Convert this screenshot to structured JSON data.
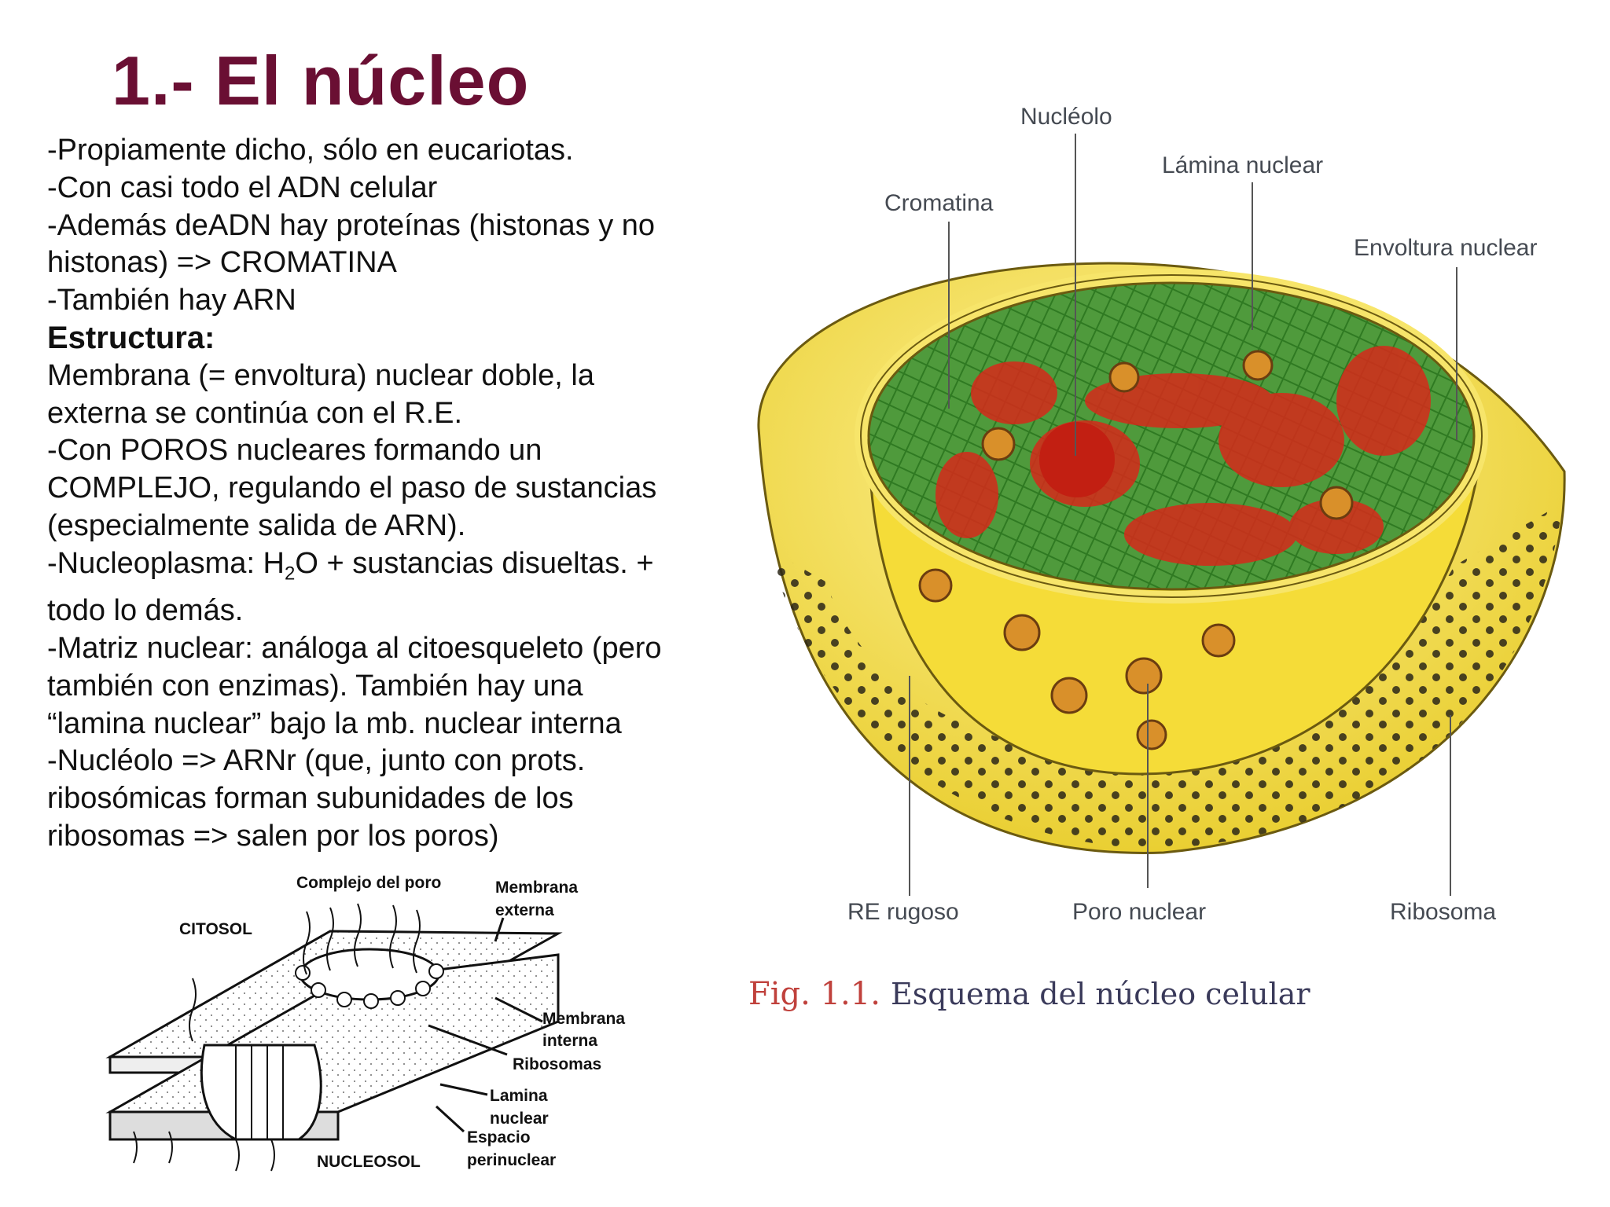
{
  "slide": {
    "title": "1.- El núcleo",
    "lines": {
      "l1": "-Propiamente dicho, sólo en eucariotas.",
      "l2": "-Con casi todo el ADN celular",
      "l3": "-Además deADN hay proteínas (histonas y no",
      "l4": "histonas) => CROMATINA",
      "l5": "-También hay ARN",
      "heading": "Estructura:",
      "l6": "Membrana (= envoltura) nuclear doble, la",
      "l7": "externa se continúa con el R.E.",
      "l8": "-Con POROS nucleares formando un",
      "l9": "COMPLEJO, regulando el paso de sustancias",
      "l10": "(especialmente salida de ARN).",
      "l11a": "-Nucleoplasma: H",
      "l11sub": "2",
      "l11b": "O + sustancias disueltas. +",
      "l12": "todo lo demás.",
      "l13": "-Matriz nuclear: análoga al citoesqueleto (pero",
      "l14": "también con enzimas). También hay una",
      "l15": "“lamina nuclear” bajo la mb. nuclear interna",
      "l16": "-Nucléolo => ARNr (que, junto con prots.",
      "l17": "ribosómicas forman subunidades de los",
      "l18": "ribosomas => salen por los poros)"
    }
  },
  "nucleus_figure": {
    "labels": {
      "nucleolo": "Nucléolo",
      "lamina": "Lámina nuclear",
      "cromatina": "Cromatina",
      "envoltura": "Envoltura nuclear",
      "re_rugoso": "RE rugoso",
      "poro": "Poro nuclear",
      "ribosoma": "Ribosoma"
    },
    "caption_fig": "Fig. 1.1.",
    "caption_text": "Esquema del núcleo celular",
    "colors": {
      "envelope": "#f6e54a",
      "nucleoplasm": "#4f9a3c",
      "chromatin": "#d62a1a",
      "caption_red": "#c0413c",
      "caption_text": "#3a3a5a"
    }
  },
  "pore_figure": {
    "labels": {
      "complejo": "Complejo del poro",
      "mem_ext1": "Membrana",
      "mem_ext2": "externa",
      "citosol": "CITOSOL",
      "mem_int1": "Membrana",
      "mem_int2": "interna",
      "ribosomas": "Ribosomas",
      "lamina1": "Lamina",
      "lamina2": "nuclear",
      "espacio1": "Espacio",
      "espacio2": "perinuclear",
      "nucleosol": "NUCLEOSOL"
    }
  }
}
